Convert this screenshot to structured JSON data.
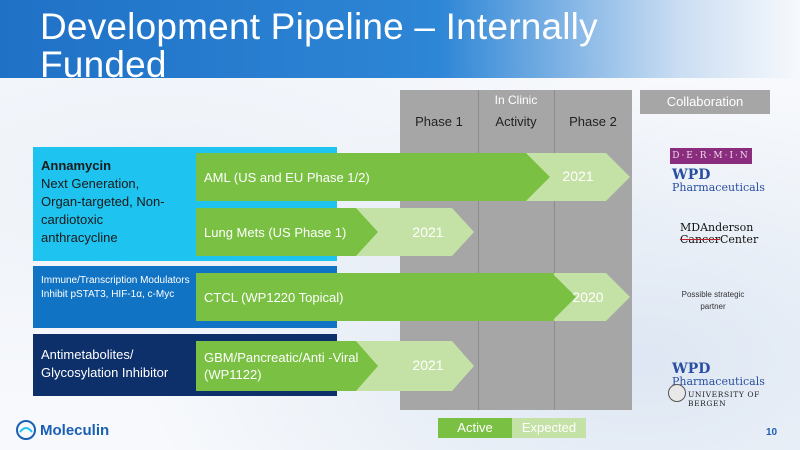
{
  "title": {
    "line1": "Development Pipeline – Internally",
    "line2": "Funded"
  },
  "clinic": {
    "in_clinic": "In Clinic",
    "phase1": "Phase 1",
    "activity": "Activity",
    "phase2": "Phase 2"
  },
  "collaboration": "Collaboration",
  "categories": [
    {
      "heading": "Annamycin",
      "body": "Next Generation, Organ-targeted, Non-cardiotoxic anthracycline"
    },
    {
      "heading": "",
      "body": "Immune/Transcription Modulators Inhibit pSTAT3, HIF-1α, c-Myc"
    },
    {
      "heading": "",
      "body": "Antimetabolites/ Glycosylation Inhibitor"
    }
  ],
  "programs": [
    {
      "label": "AML (US and EU Phase 1/2)",
      "year": "2021",
      "status": "active"
    },
    {
      "label": "Lung Mets (US Phase 1)",
      "year": "2021",
      "status": "active"
    },
    {
      "label": "CTCL (WP1220 Topical)",
      "year": "2020",
      "status": "active"
    },
    {
      "label": "GBM/Pancreatic/Anti -Viral (WP1122)",
      "year": "2021",
      "status": "active"
    }
  ],
  "partners": {
    "dermin": "D·E·R·M·I·N",
    "wpd_mark": "WPD",
    "wpd_sub": "Pharmaceuticals",
    "mda_line1": "MDAnderson",
    "mda_cancer": "Cancer",
    "mda_center": "Center",
    "possible": "Possible strategic partner",
    "uib": "UNIVERSITY OF BERGEN"
  },
  "legend": {
    "active": "Active",
    "expected": "Expected"
  },
  "brand": "Moleculin",
  "page_number": "10",
  "colors": {
    "active": "#7ac143",
    "expected": "#c5e2a6",
    "cyan": "#1ec3ef",
    "blue": "#1173c4",
    "navy": "#0d2f6a"
  }
}
